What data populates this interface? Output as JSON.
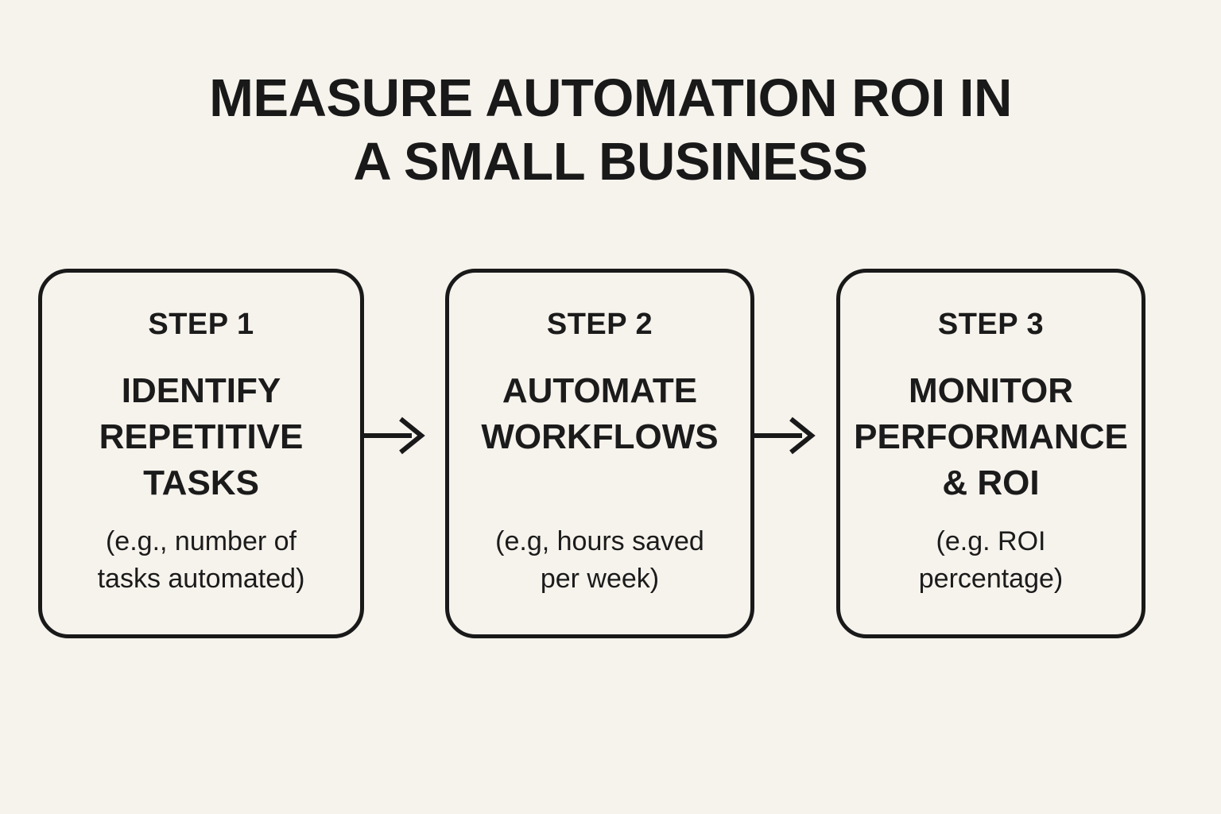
{
  "title": {
    "full": "MEASURE AUTOMATION ROI IN A SMALL BUSINESS",
    "lines": [
      "MEASURE AUTOMATION ROI IN",
      "A SMALL BUSINESS"
    ]
  },
  "steps": [
    {
      "label": "STEP 1",
      "heading": "IDENTIFY REPETITIVE TASKS",
      "heading_lines": [
        "IDENTIFY",
        "REPETITIVE",
        "TASKS"
      ],
      "caption": "(e.g., number of tasks automated)",
      "caption_lines": [
        "(e.g., number of",
        "tasks automated)"
      ]
    },
    {
      "label": "STEP 2",
      "heading": "AUTOMATE WORKFLOWS",
      "heading_lines": [
        "AUTOMATE",
        "WORKFLOWS"
      ],
      "caption": "(e.g, hours saved per week)",
      "caption_lines": [
        "(e.g, hours saved",
        "per week)"
      ]
    },
    {
      "label": "STEP 3",
      "heading": "MONITOR PERFORMANCE & ROI",
      "heading_lines": [
        "MONITOR",
        "PERFORMANCE",
        "& ROI"
      ],
      "caption": "(e.g. ROI percentage)",
      "caption_lines": [
        "(e.g. ROI",
        "percentage)"
      ]
    }
  ],
  "icons": [
    "arrow-right-icon",
    "arrow-right-icon"
  ],
  "colors": {
    "background": "#f6f2ec",
    "ink": "#191919"
  }
}
